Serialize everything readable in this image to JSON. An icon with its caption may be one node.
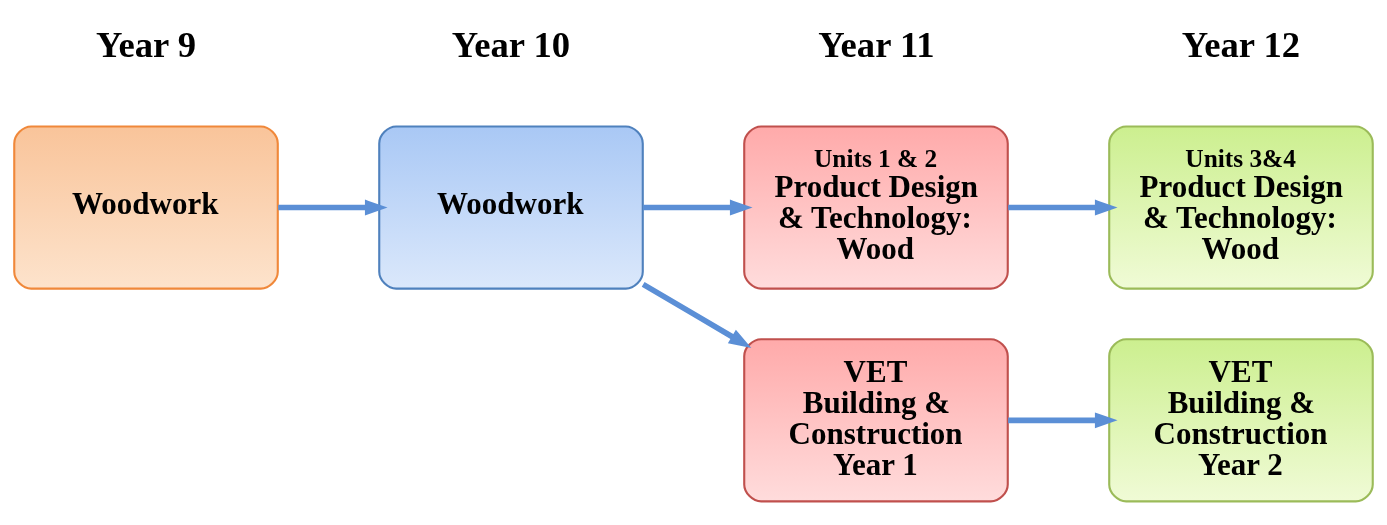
{
  "diagram": {
    "nodes": [
      {
        "text": [
          "Woodwork"
        ]
      },
      {
        "text": [
          "Woodwork"
        ]
      },
      {
        "text": [
          "Units 1 & 2",
          "Product Design & Technology: Wood"
        ]
      },
      {
        "text": [
          "Units 3&4",
          "Product Design & Technology: Wood"
        ]
      },
      {
        "text": [
          "VET",
          "Building & Construction Year 1"
        ]
      },
      {
        "text": [
          "VET",
          "Building & Construction Year 2"
        ]
      }
    ],
    "edges": [
      {
        "from": 0,
        "to": 1,
        "arrow": "to"
      },
      {
        "from": 1,
        "to": 2,
        "arrow": "to"
      },
      {
        "from": 1,
        "to": 4,
        "arrow": "to"
      },
      {
        "from": 2,
        "to": 3,
        "arrow": "to"
      },
      {
        "from": 4,
        "to": 5,
        "arrow": "to"
      }
    ],
    "labels": [
      "Year 9",
      "Year 10",
      "Year 11",
      "Year 12"
    ]
  }
}
